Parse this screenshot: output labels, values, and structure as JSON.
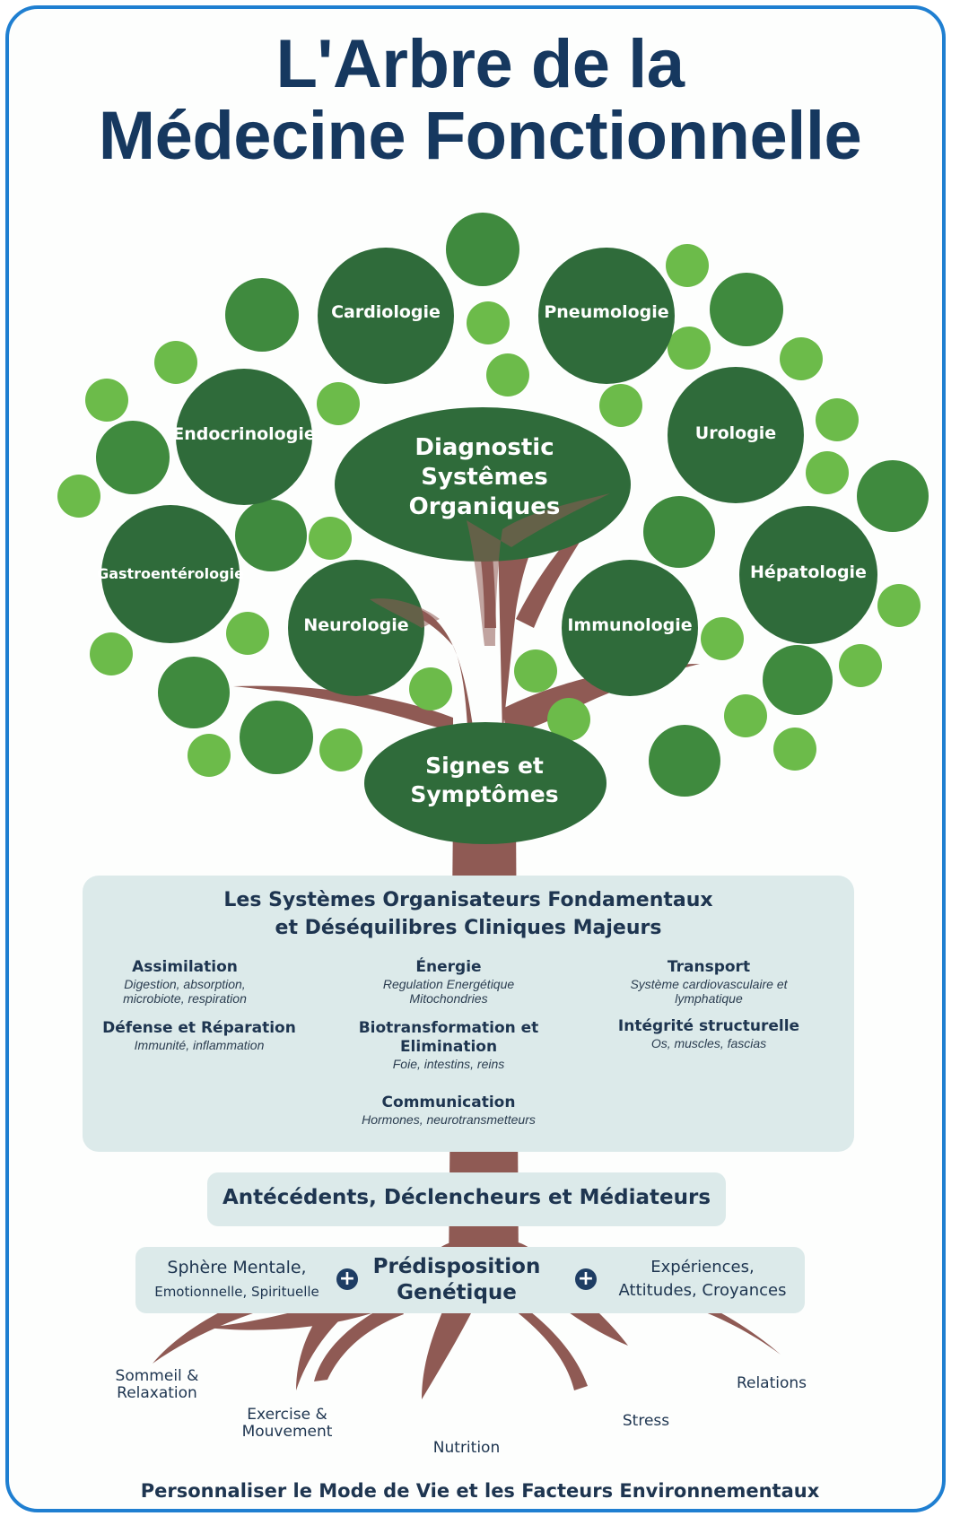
{
  "title": {
    "line1": "L'Arbre de la",
    "line2": "Médecine Fonctionnelle"
  },
  "canopy": {
    "center": {
      "line1": "Diagnostic",
      "line2": "Systêmes",
      "line3": "Organiques"
    },
    "nodes": {
      "cardiologie": "Cardiologie",
      "pneumologie": "Pneumologie",
      "endocrinologie": "Endocrinologie",
      "urologie": "Urologie",
      "gastro": "Gastroentérologie",
      "hepatologie": "Hépatologie",
      "neurologie": "Neurologie",
      "immunologie": "Immunologie"
    },
    "signes": {
      "line1": "Signes et",
      "line2": "Symptômes"
    }
  },
  "systems_panel": {
    "title_line1": "Les Systèmes Organisateurs Fondamentaux",
    "title_line2": "et Déséquilibres Cliniques Majeurs",
    "assimilation": {
      "heading": "Assimilation",
      "detail1": "Digestion, absorption,",
      "detail2": "microbiote, respiration"
    },
    "energie": {
      "heading": "Énergie",
      "detail1": "Regulation Energétique",
      "detail2": "Mitochondries"
    },
    "transport": {
      "heading": "Transport",
      "detail1": "Système cardiovasculaire et",
      "detail2": "lymphatique"
    },
    "defense": {
      "heading": "Défense et Réparation",
      "detail1": "Immunité, inflammation"
    },
    "biotransformation": {
      "heading1": "Biotransformation et",
      "heading2": "Elimination",
      "detail1": "Foie, intestins, reins"
    },
    "integrite": {
      "heading": "Intégrité structurelle",
      "detail1": "Os, muscles, fascias"
    },
    "communication": {
      "heading": "Communication",
      "detail1": "Hormones, neurotransmetteurs"
    }
  },
  "antecedents": {
    "label": "Antécédents, Déclencheurs et  Médiateurs"
  },
  "foundation": {
    "sphere": {
      "line1": "Sphère   Mentale,",
      "line2": "Emotionnelle, Spirituelle"
    },
    "predisposition": {
      "line1": "Prédisposition",
      "line2": "Genétique"
    },
    "experiences": {
      "line1": "Expériences,",
      "line2": "Attitudes, Croyances"
    },
    "plus_symbol": "+"
  },
  "roots": {
    "sommeil": {
      "line1": "Sommeil &",
      "line2": "Relaxation"
    },
    "exercise": {
      "line1": "Exercise &",
      "line2": "Mouvement"
    },
    "nutrition": "Nutrition",
    "stress": "Stress",
    "relations": "Relations"
  },
  "footer": "Personnaliser le Mode de Vie et les Facteurs Environnementaux",
  "colors": {
    "frame": "#1f7fd1",
    "title": "#16385f",
    "dark_green": "#2f6b3a",
    "mid_green": "#3f8a3e",
    "light_green": "#6cbb4a",
    "trunk": "#8f5a54",
    "panel": "#dceaea",
    "text": "#1e3550"
  }
}
